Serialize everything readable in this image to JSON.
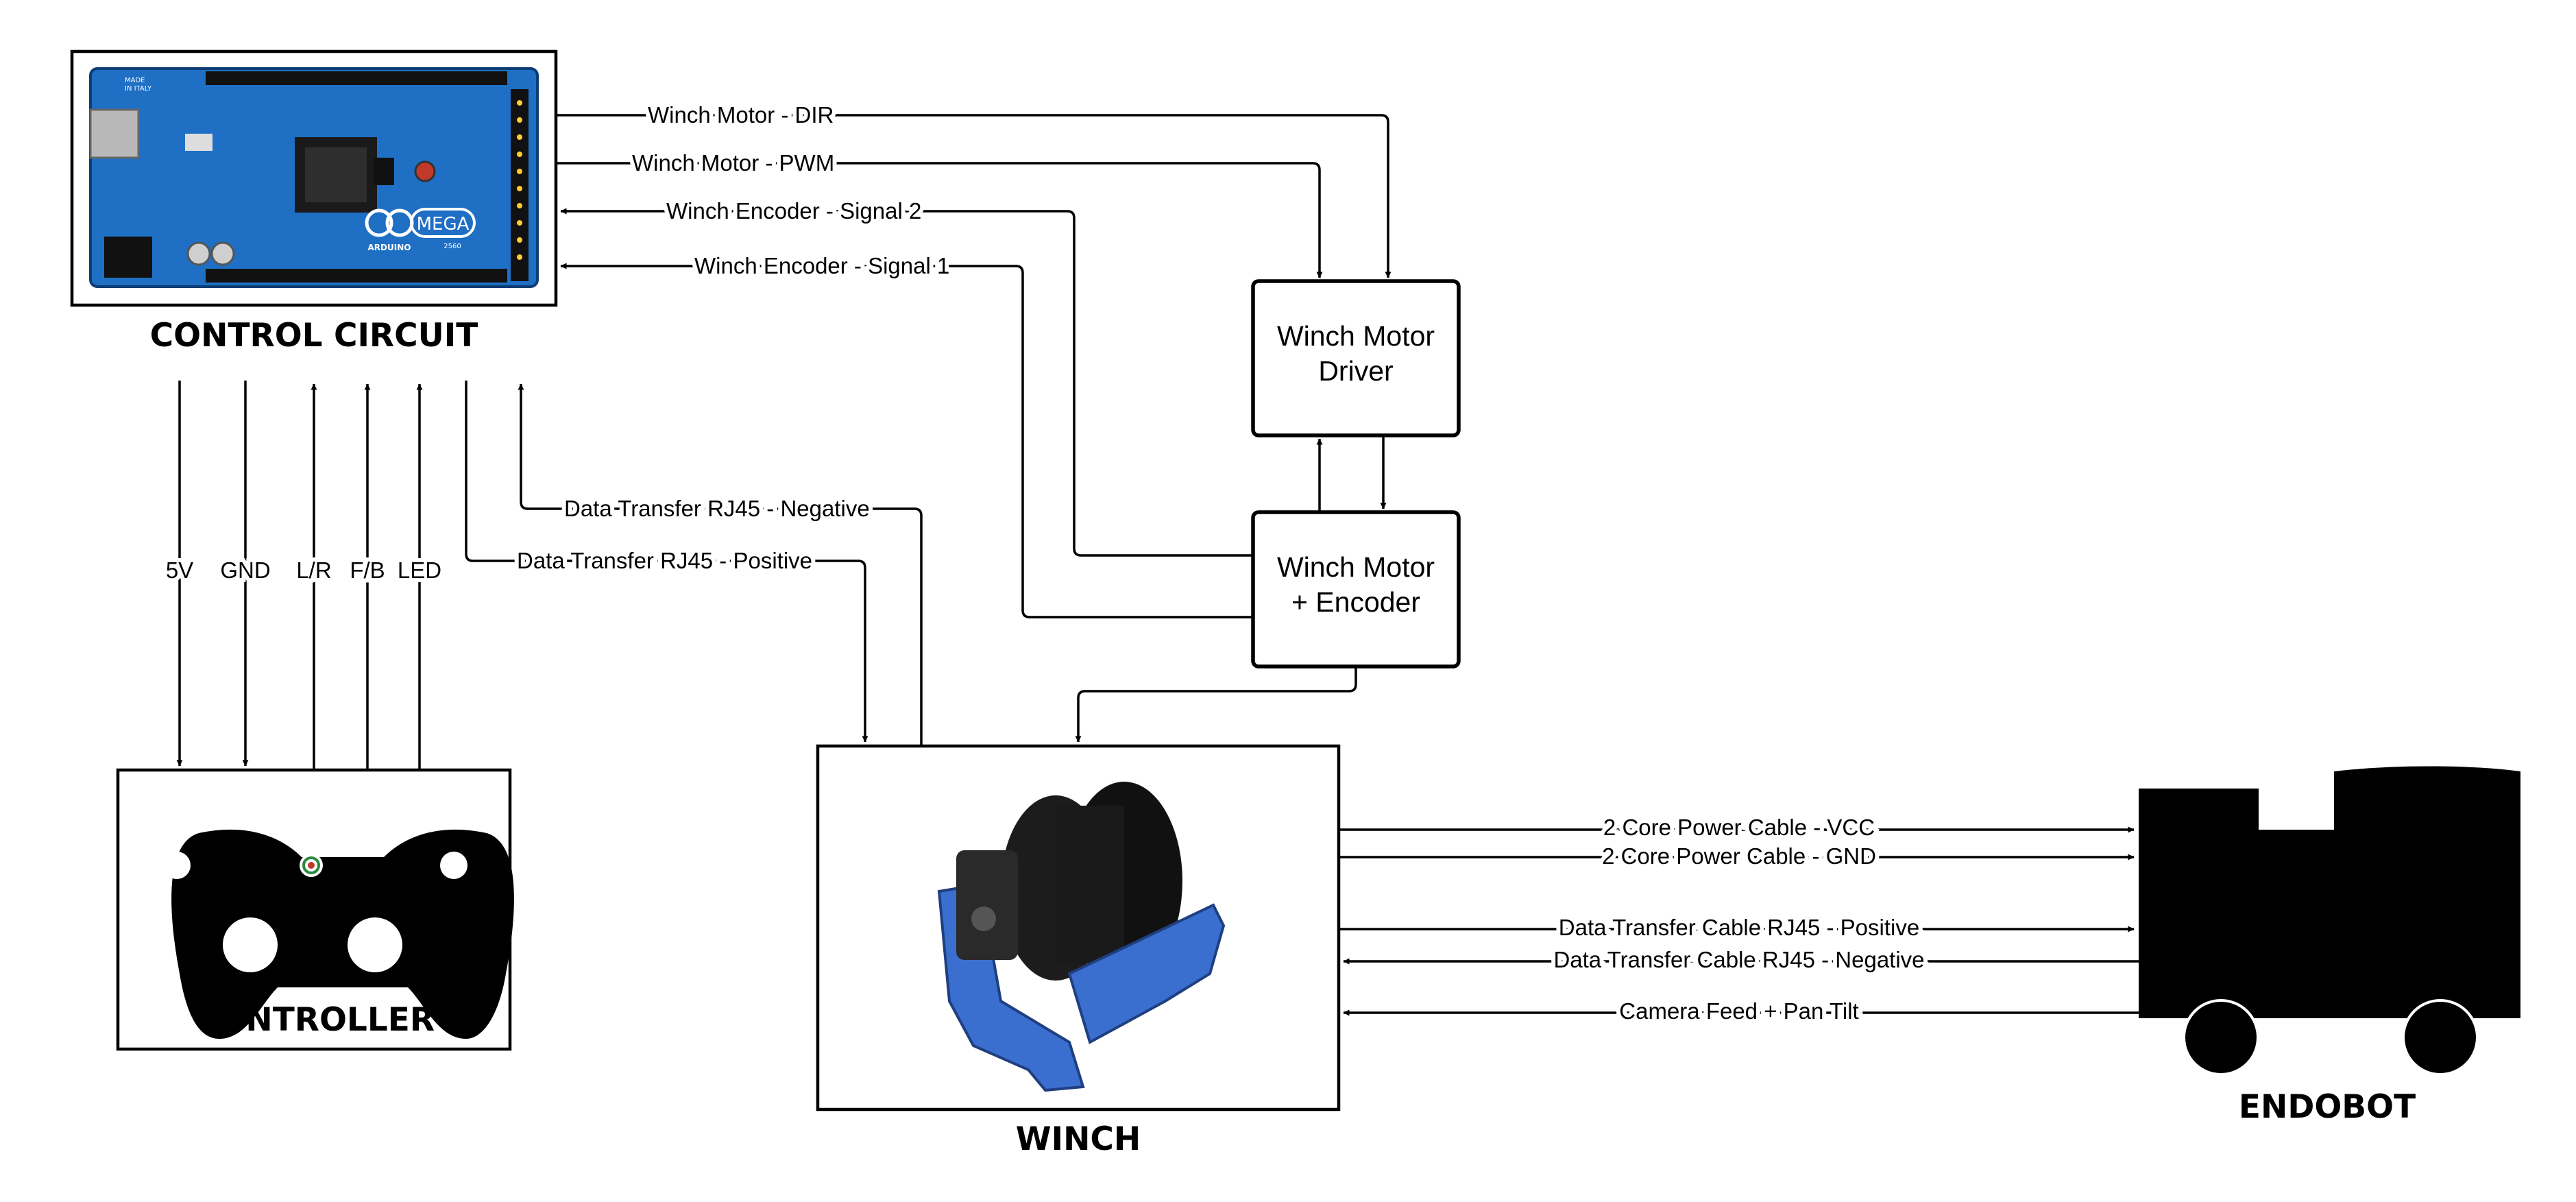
{
  "colors": {
    "board_blue": "#1f6fc4",
    "winch_blue": "#3a6fd0",
    "ink": "#000000"
  },
  "nodes": {
    "control_circuit": "CONTROL CIRCUIT",
    "controller": "CONTROLLER",
    "winch": "WINCH",
    "endobot": "ENDOBOT",
    "motor_driver": [
      "Winch Motor",
      "Driver"
    ],
    "motor_encoder": [
      "Winch Motor",
      "+ Encoder"
    ]
  },
  "board": {
    "made_in": [
      "MADE",
      "IN ITALY"
    ],
    "brand": "ARDUINO",
    "model": "MEGA",
    "sub": "2560"
  },
  "signals": {
    "dir": "Winch Motor - DIR",
    "pwm": "Winch Motor - PWM",
    "enc2": "Winch Encoder - Signal 2",
    "enc1": "Winch Encoder - Signal 1",
    "v5": "5V",
    "gnd": "GND",
    "lr": "L/R",
    "fb": "F/B",
    "led": "LED",
    "rj45_neg": "Data Transfer RJ45 - Negative",
    "rj45_pos": "Data Transfer RJ45 - Positive",
    "pwr_vcc": "2 Core Power Cable - VCC",
    "pwr_gnd": "2 Core Power Cable - GND",
    "cable_pos": "Data Transfer Cable RJ45 - Positive",
    "cable_neg": "Data Transfer Cable RJ45 - Negative",
    "camera": "Camera Feed + Pan Tilt"
  }
}
